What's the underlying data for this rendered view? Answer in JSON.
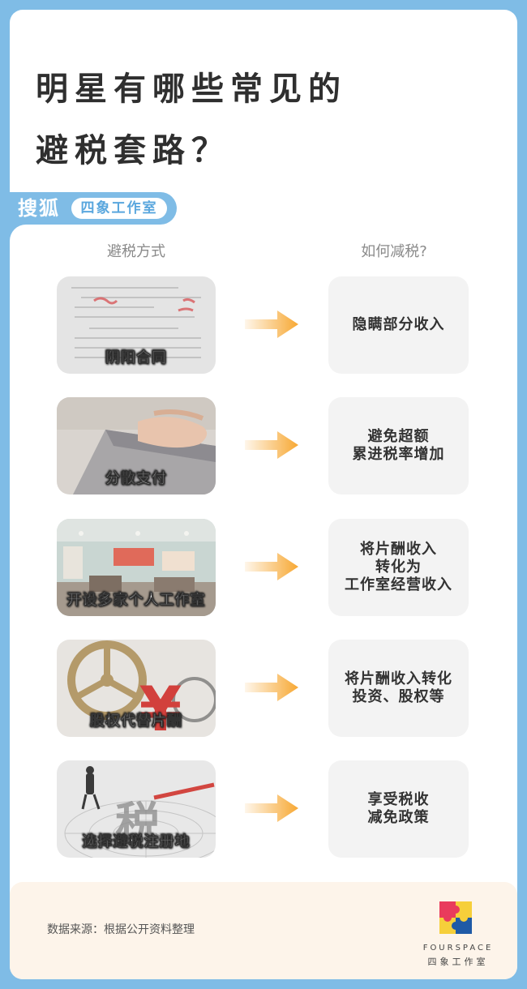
{
  "header": {
    "title_line1": "明星有哪些常见的",
    "title_line2": "避税套路？"
  },
  "brand": {
    "sohu": "搜狐",
    "studio": "四象工作室"
  },
  "columns": {
    "left": "避税方式",
    "right": "如何减税?"
  },
  "rows": [
    {
      "method": "阴阳合同",
      "result": "隐瞒部分收入"
    },
    {
      "method": "分散支付",
      "result": "避免超额\n累进税率增加"
    },
    {
      "method": "开设多家个人工作室",
      "result": "将片酬收入\n转化为\n工作室经营收入"
    },
    {
      "method": "股权代替片酬",
      "result": "将片酬收入转化\n投资、股权等"
    },
    {
      "method": "选择避税注册地",
      "result": "享受税收\n减免政策"
    }
  ],
  "thumb_texts": {
    "yuan_symbol": "¥",
    "tax_char": "税"
  },
  "footer": {
    "source": "数据来源：根据公开资料整理",
    "logo_en": "FOURSPACE",
    "logo_cn": "四象工作室"
  },
  "colors": {
    "frame_blue": "#7fbce6",
    "arrow_orange": "#f7a833",
    "footer_bg": "#fdf4ea"
  }
}
